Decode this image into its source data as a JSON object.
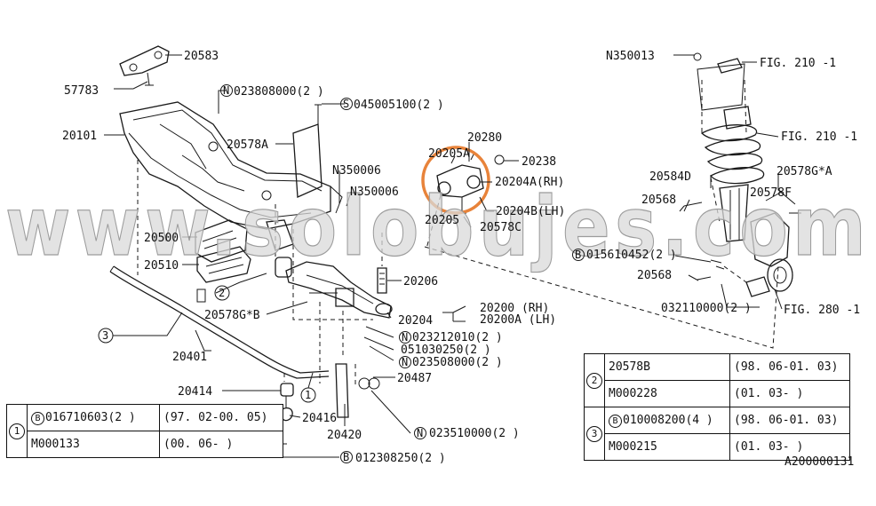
{
  "watermark": "www.solobujes.com",
  "diagram_id": "A200000131",
  "callouts": [
    {
      "id": "c-20583",
      "text": "20583"
    },
    {
      "id": "c-57783",
      "text": "57783"
    },
    {
      "id": "c-20101",
      "text": "20101"
    },
    {
      "id": "c-023808000",
      "text": "023808000(2 )"
    },
    {
      "id": "c-045005100",
      "text": "045005100(2 )"
    },
    {
      "id": "c-20578A",
      "text": "20578A"
    },
    {
      "id": "c-N350006a",
      "text": "N350006"
    },
    {
      "id": "c-N350006b",
      "text": "N350006"
    },
    {
      "id": "c-20500",
      "text": "20500"
    },
    {
      "id": "c-20510",
      "text": "20510"
    },
    {
      "id": "c-20578GB",
      "text": "20578G*B"
    },
    {
      "id": "c-20401",
      "text": "20401"
    },
    {
      "id": "c-20414",
      "text": "20414"
    },
    {
      "id": "c-20416",
      "text": "20416"
    },
    {
      "id": "c-20420",
      "text": "20420"
    },
    {
      "id": "c-012308250",
      "text": "012308250(2 )"
    },
    {
      "id": "c-023510000",
      "text": "023510000(2 )"
    },
    {
      "id": "c-20487",
      "text": "20487"
    },
    {
      "id": "c-023508000",
      "text": "023508000(2 )"
    },
    {
      "id": "c-051030250",
      "text": "051030250(2 )"
    },
    {
      "id": "c-023212010",
      "text": "023212010(2 )"
    },
    {
      "id": "c-20204",
      "text": "20204"
    },
    {
      "id": "c-20200",
      "text": "20200  (RH)"
    },
    {
      "id": "c-20200A",
      "text": "20200A (LH)"
    },
    {
      "id": "c-20206",
      "text": "20206"
    },
    {
      "id": "c-20205",
      "text": "20205"
    },
    {
      "id": "c-20205A",
      "text": "20205A"
    },
    {
      "id": "c-20280",
      "text": "20280"
    },
    {
      "id": "c-20238",
      "text": "20238"
    },
    {
      "id": "c-20204A",
      "text": "20204A(RH)"
    },
    {
      "id": "c-20204B",
      "text": "20204B(LH)"
    },
    {
      "id": "c-20578C",
      "text": "20578C"
    },
    {
      "id": "c-N350013",
      "text": "N350013"
    },
    {
      "id": "c-fig210a",
      "text": "FIG. 210 -1"
    },
    {
      "id": "c-fig210b",
      "text": "FIG. 210 -1"
    },
    {
      "id": "c-20584D",
      "text": "20584D"
    },
    {
      "id": "c-20578GA",
      "text": "20578G*A"
    },
    {
      "id": "c-20568a",
      "text": "20568"
    },
    {
      "id": "c-20578F",
      "text": "20578F"
    },
    {
      "id": "c-015610452",
      "text": "015610452(2 )"
    },
    {
      "id": "c-20568b",
      "text": "20568"
    },
    {
      "id": "c-032110000",
      "text": "032110000(2 )"
    },
    {
      "id": "c-fig280",
      "text": "FIG. 280 -1"
    }
  ],
  "prefix_marks": {
    "N": "N",
    "S": "S",
    "B": "B"
  },
  "ref_numbers": {
    "one": "1",
    "two": "2",
    "three": "3"
  },
  "table_left": {
    "rows": [
      {
        "ref": "1",
        "part_prefix": "B",
        "part": "016710603(2 )",
        "range": "(97. 02-00. 05)"
      },
      {
        "ref": "",
        "part_prefix": "",
        "part": "M000133",
        "range": "(00. 06-        )"
      }
    ]
  },
  "table_right": {
    "rows": [
      {
        "ref": "2",
        "part_prefix": "",
        "part": "20578B",
        "range": "(98. 06-01. 03)"
      },
      {
        "ref": "",
        "part_prefix": "",
        "part": "M000228",
        "range": "(01. 03-        )"
      },
      {
        "ref": "3",
        "part_prefix": "B",
        "part": "010008200(4 )",
        "range": "(98. 06-01. 03)"
      },
      {
        "ref": "",
        "part_prefix": "",
        "part": "M000215",
        "range": "(01. 03-        )"
      }
    ]
  },
  "colors": {
    "highlight_circle": "#e8833a",
    "ink": "#111111",
    "watermark_fill": "#d9d9d9"
  }
}
